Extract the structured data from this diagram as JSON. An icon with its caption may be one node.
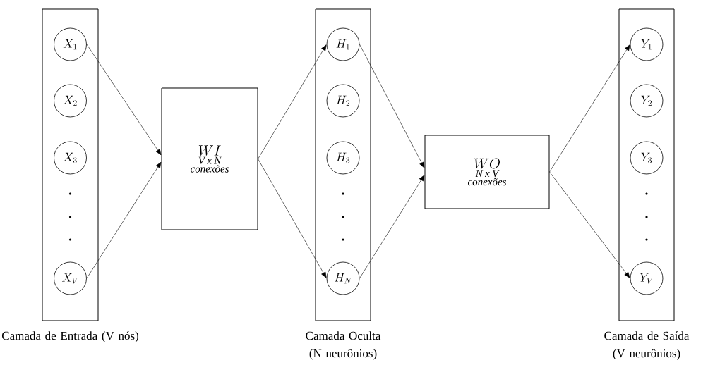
{
  "diagram": {
    "nodes": [
      {
        "text": [],
        "shape": "box",
        "beside": [
          "Camada de Entrada (V nós)"
        ]
      },
      {
        "text": [
          "X_{1}"
        ],
        "in": 0
      },
      {
        "text": [
          "X_{2}"
        ],
        "in": 0
      },
      {
        "text": [
          "X_{3}"
        ],
        "in": 0
      },
      {
        "text": [
          "X_{V}"
        ],
        "in": 0
      },
      {
        "text": [
          "WI",
          "V x N conexões"
        ]
      },
      {
        "text": [],
        "shape": "box",
        "beside": [
          "Camada Oculta (N neurônios)"
        ]
      },
      {
        "text": [
          "H_{1}"
        ],
        "in": 6
      },
      {
        "text": [
          "H_{2}"
        ],
        "in": 6
      },
      {
        "text": [
          "H_{3}"
        ],
        "in": 6
      },
      {
        "text": [
          "H_{N}"
        ],
        "in": 6
      },
      {
        "text": [
          "WO",
          "N x V conexões"
        ]
      },
      {
        "text": [],
        "shape": "box",
        "beside": [
          "Camada de Saída (V neurônios)"
        ]
      },
      {
        "text": [
          "Y_{1}"
        ],
        "in": 12
      },
      {
        "text": [
          "Y_{2}"
        ],
        "in": 12
      },
      {
        "text": [
          "Y_{3}"
        ],
        "in": 12
      },
      {
        "text": [
          "Y_{V}"
        ],
        "in": 12
      }
    ],
    "edges": [
      {
        "from": 1,
        "to": 5,
        "arrow": "to"
      },
      {
        "from": 4,
        "to": 5,
        "arrow": "to"
      },
      {
        "from": 5,
        "to": 7,
        "arrow": "to"
      },
      {
        "from": 5,
        "to": 10,
        "arrow": "to"
      },
      {
        "from": 7,
        "to": 11,
        "arrow": "to"
      },
      {
        "from": 10,
        "to": 11,
        "arrow": "to"
      },
      {
        "from": 11,
        "to": 13,
        "arrow": "to"
      },
      {
        "from": 11,
        "to": 16,
        "arrow": "to"
      }
    ]
  }
}
